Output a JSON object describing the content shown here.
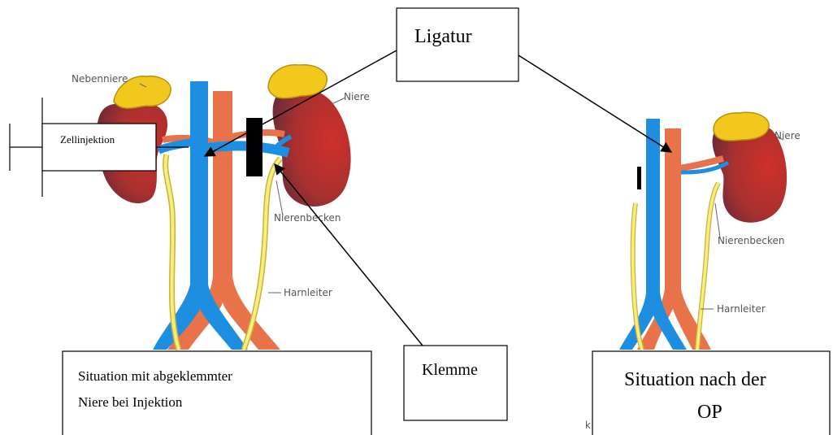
{
  "labels": {
    "ligatur": "Ligatur",
    "klemme": "Klemme",
    "zellinjektion": "Zellinjektion",
    "situation_left_line1": "Situation mit abgeklemmter",
    "situation_left_line2": "Niere bei Injektion",
    "situation_right_line1": "Situation nach der",
    "situation_right_line2": "OP",
    "stray_mark": "k"
  },
  "left_anatomy": {
    "nebenniere": "Nebenniere",
    "niere": "Niere",
    "nierenbecken": "Nierenbecken",
    "harnleiter": "Harnleiter"
  },
  "right_anatomy": {
    "niere": "Niere",
    "nierenbecken": "Nierenbecken",
    "harnleiter": "Harnleiter"
  },
  "colors": {
    "vein": "#1e8fe0",
    "artery": "#e8734a",
    "kidney_outer": "#c7302a",
    "kidney_inner": "#7a2a36",
    "adrenal": "#f2c81e",
    "adrenal_outline": "#b8920c",
    "ureter": "#f6ef7e",
    "clamp": "#000000"
  }
}
